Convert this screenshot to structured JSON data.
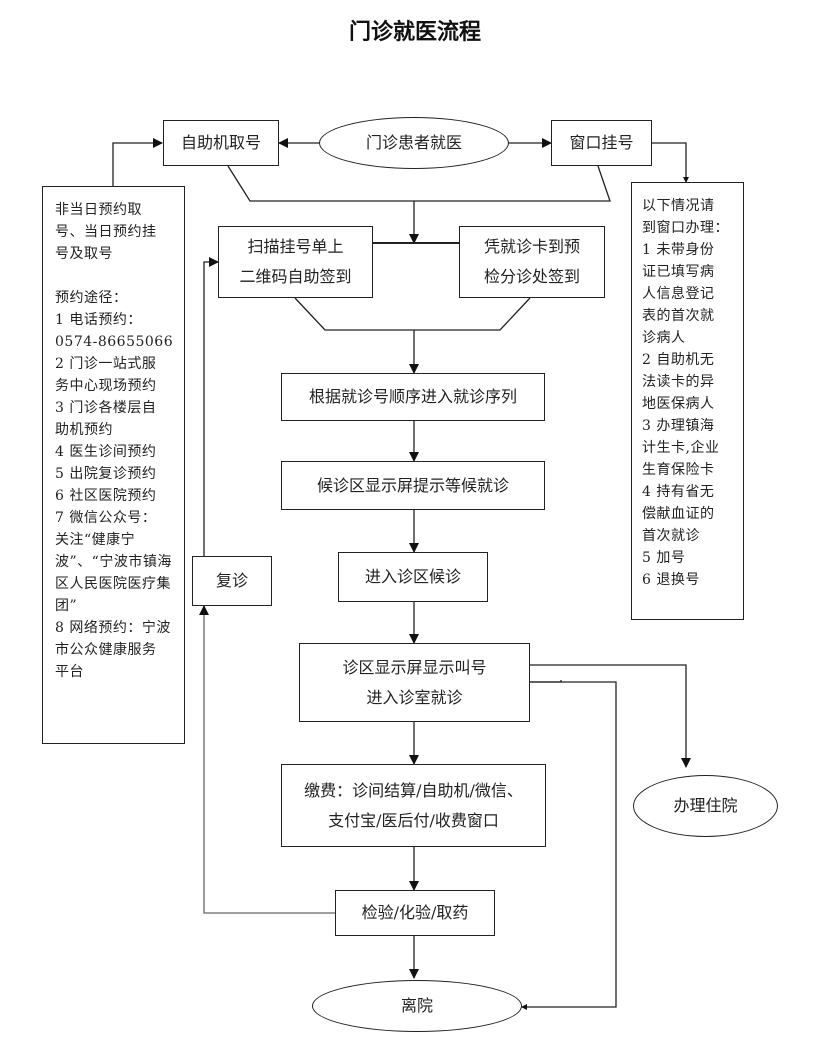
{
  "title": "门诊就医流程",
  "nodes": {
    "start": "门诊患者就医",
    "kiosk": "自助机取号",
    "window": "窗口挂号",
    "scan_checkin": [
      "扫描挂号单上",
      "二维码自助签到"
    ],
    "card_checkin": [
      "凭就诊卡到预",
      "检分诊处签到"
    ],
    "queue": "根据就诊号顺序进入就诊序列",
    "wait_screen": "候诊区显示屏提示等候就诊",
    "enter_area": "进入诊区候诊",
    "call_number": [
      "诊区显示屏显示叫号",
      "进入诊室就诊"
    ],
    "payment": [
      "缴费：诊间结算/自助机/微信、",
      "支付宝/医后付/收费窗口"
    ],
    "tests": "检验/化验/取药",
    "followup": "复诊",
    "admission": "办理住院",
    "leave": "离院"
  },
  "left_note": {
    "lines": [
      "非当日预约取",
      "号、当日预约挂",
      "号及取号",
      "",
      "预约途径：",
      "1 电话预约：",
      "0574-86655066",
      "2 门诊一站式服",
      "务中心现场预约",
      "3 门诊各楼层自",
      "助机预约",
      "4 医生诊间预约",
      "5 出院复诊预约",
      "6 社区医院预约",
      "7 微信公众号：",
      "关注“健康宁",
      "波”、“宁波市镇海",
      "区人民医院医疗集",
      "团”",
      "8 网络预约：宁波",
      "市公众健康服务",
      "平台"
    ]
  },
  "right_note": {
    "lines": [
      "以下情况请",
      "到窗口办理：",
      "1 未带身份",
      "证已填写病",
      "人信息登记",
      "表的首次就",
      "诊病人",
      "2 自助机无",
      "法读卡的异",
      "地医保病人",
      "3 办理镇海",
      "计生卡,企业",
      "生育保险卡",
      "4 持有省无",
      "偿献血证的",
      "首次就诊",
      "5 加号",
      "6 退换号"
    ]
  }
}
